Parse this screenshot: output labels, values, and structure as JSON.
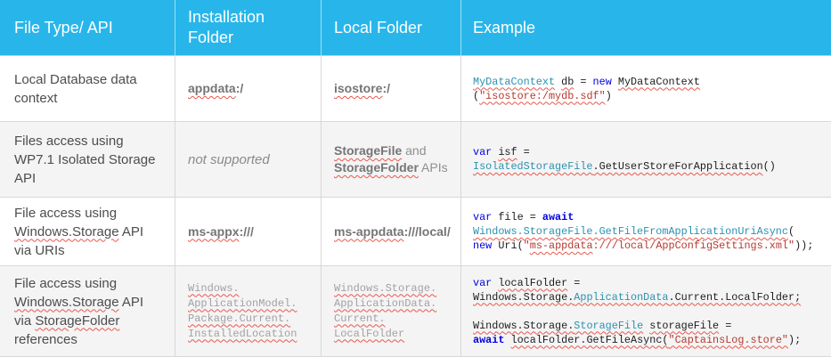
{
  "header": {
    "file_type": "File Type/ API",
    "installation_folder": "Installation Folder",
    "local_folder": "Local Folder",
    "example": "Example"
  },
  "colors": {
    "header_bg": "#28b6ea",
    "alt_row_bg": "#f4f4f4",
    "border": "#d8d8d8",
    "keyword_blue": "#0000e0",
    "type_teal": "#2b91af",
    "string_red": "#b5392e",
    "squiggle_red": "#e8584e"
  },
  "rows": [
    {
      "file_type": [
        {
          "t": "Local Database data context"
        }
      ],
      "installation": [
        {
          "t": "appdata",
          "c": "fb sq"
        },
        {
          "t": ":/",
          "c": "fb"
        }
      ],
      "local": [
        {
          "t": "isostore",
          "c": "fb sq"
        },
        {
          "t": ":/",
          "c": "fb"
        }
      ],
      "example": [
        {
          "t": "MyDataContext",
          "c": "t sq"
        },
        {
          "t": " "
        },
        {
          "t": "db",
          "c": "sq"
        },
        {
          "t": " = "
        },
        {
          "t": "new",
          "c": "k"
        },
        {
          "t": " "
        },
        {
          "t": "MyDataContext",
          "c": "sq"
        },
        {
          "t": "\n("
        },
        {
          "t": "\"isostore:/mydb.sdf\"",
          "c": "s sq"
        },
        {
          "t": ")"
        }
      ]
    },
    {
      "file_type": [
        {
          "t": "Files access using WP7.1 Isolated Storage API"
        }
      ],
      "installation": [
        {
          "t": "not supported",
          "c": "fi"
        }
      ],
      "local": [
        {
          "t": "StorageFile",
          "c": "fb sq"
        },
        {
          "t": " and ",
          "c": "fr"
        },
        {
          "t": "StorageFolder",
          "c": "fb sq"
        },
        {
          "t": " APIs",
          "c": "fr"
        }
      ],
      "example": [
        {
          "t": "var",
          "c": "k"
        },
        {
          "t": " "
        },
        {
          "t": "isf",
          "c": "sq"
        },
        {
          "t": " =\n"
        },
        {
          "t": "IsolatedStorageFile",
          "c": "t sq"
        },
        {
          "t": ".",
          "c": "sq"
        },
        {
          "t": "GetUserStoreForApplication",
          "c": "sq"
        },
        {
          "t": "()"
        }
      ]
    },
    {
      "file_type": [
        {
          "t": "File access using "
        },
        {
          "t": "Windows.Storage",
          "c": "sq"
        },
        {
          "t": " API via URIs"
        }
      ],
      "installation": [
        {
          "t": "ms-appx",
          "c": "fb sq"
        },
        {
          "t": ":///",
          "c": "fb"
        }
      ],
      "local": [
        {
          "t": "ms-appdata",
          "c": "fb sq"
        },
        {
          "t": ":///local/",
          "c": "fb"
        }
      ],
      "example": [
        {
          "t": "var",
          "c": "k"
        },
        {
          "t": " file = "
        },
        {
          "t": "await",
          "c": "k aw"
        },
        {
          "t": "\n"
        },
        {
          "t": "Windows.StorageFile.GetFileFromApplicationUriAsync",
          "c": "t sq"
        },
        {
          "t": "(\n"
        },
        {
          "t": "new",
          "c": "k"
        },
        {
          "t": " Uri("
        },
        {
          "t": "\"",
          "c": "s"
        },
        {
          "t": "ms-appdata",
          "c": "s sq"
        },
        {
          "t": ":///local/AppConfigSettings.xml\"",
          "c": "s"
        },
        {
          "t": "));"
        }
      ]
    },
    {
      "file_type": [
        {
          "t": "File access using "
        },
        {
          "t": "Windows.Storage",
          "c": "sq"
        },
        {
          "t": " API via "
        },
        {
          "t": "StorageFolder",
          "c": "sq"
        },
        {
          "t": " references"
        }
      ],
      "installation": [
        {
          "t": "Windows.",
          "c": "sq"
        },
        {
          "t": "\n"
        },
        {
          "t": "ApplicationModel.",
          "c": "sq"
        },
        {
          "t": "\n"
        },
        {
          "t": "Package.Current.",
          "c": "sq"
        },
        {
          "t": "\n"
        },
        {
          "t": "InstalledLocation",
          "c": "sq"
        }
      ],
      "local": [
        {
          "t": "Windows.Storage.",
          "c": "sq"
        },
        {
          "t": "\n"
        },
        {
          "t": "ApplicationData.",
          "c": "sq"
        },
        {
          "t": "\n"
        },
        {
          "t": "Current.",
          "c": "sq"
        },
        {
          "t": "\n"
        },
        {
          "t": "LocalFolder",
          "c": "sq"
        }
      ],
      "example": [
        {
          "t": "var",
          "c": "k"
        },
        {
          "t": " "
        },
        {
          "t": "localFolder",
          "c": "sq"
        },
        {
          "t": " =\n"
        },
        {
          "t": "Windows.Storage.",
          "c": "sq"
        },
        {
          "t": "ApplicationData",
          "c": "t sq"
        },
        {
          "t": ".Current.LocalFolder;",
          "c": "sq"
        },
        {
          "t": "\n\n"
        },
        {
          "t": "Windows.Storage.",
          "c": "sq"
        },
        {
          "t": "StorageFile",
          "c": "t sq"
        },
        {
          "t": " "
        },
        {
          "t": "storageFile",
          "c": "sq"
        },
        {
          "t": " =\n"
        },
        {
          "t": "await",
          "c": "k aw"
        },
        {
          "t": " "
        },
        {
          "t": "localFolder.GetFileAsync(",
          "c": "sq"
        },
        {
          "t": "\"CaptainsLog.store\"",
          "c": "s sq"
        },
        {
          "t": ");"
        }
      ]
    }
  ]
}
